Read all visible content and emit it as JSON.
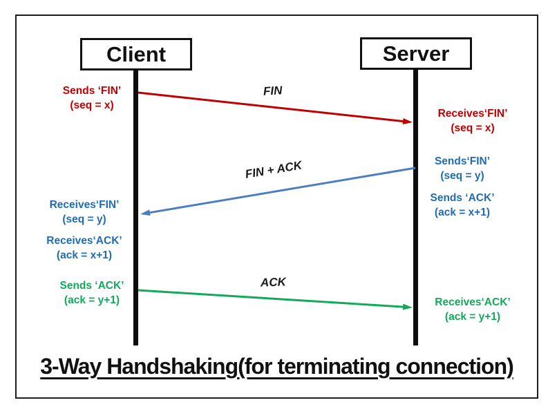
{
  "title": "3-Way Handshaking(for terminating connection)",
  "actors": [
    {
      "label": "Client"
    },
    {
      "label": "Server"
    }
  ],
  "messages": [
    {
      "label": "FIN",
      "from": "Client",
      "to": "Server",
      "color": "#C00000"
    },
    {
      "label": "FIN + ACK",
      "from": "Server",
      "to": "Client",
      "color": "#4A7EBF"
    },
    {
      "label": "ACK",
      "from": "Client",
      "to": "Server",
      "color": "#12A95B"
    }
  ],
  "annotations": [
    {
      "line1": "Sends ‘FIN’",
      "line2": "(seq = x)",
      "color": "#C00000",
      "side": "client"
    },
    {
      "line1": "Receives‘FIN’",
      "line2": "(seq = x)",
      "color": "#C00000",
      "side": "server"
    },
    {
      "line1": "Sends‘FIN’",
      "line2": "(seq = y)",
      "color": "#1F6CB4",
      "side": "server"
    },
    {
      "line1": "Sends ‘ACK’",
      "line2": "(ack = x+1)",
      "color": "#1F6CB4",
      "side": "server"
    },
    {
      "line1": "Receives‘FIN’",
      "line2": "(seq = y)",
      "color": "#1F6CB4",
      "side": "client"
    },
    {
      "line1": "Receives‘ACK’",
      "line2": "(ack = x+1)",
      "color": "#1F6CB4",
      "side": "client"
    },
    {
      "line1": "Sends ‘ACK’",
      "line2": "(ack = y+1)",
      "color": "#12A95B",
      "side": "client"
    },
    {
      "line1": "Receives‘ACK’",
      "line2": "(ack = y+1)",
      "color": "#12A95B",
      "side": "server"
    }
  ]
}
